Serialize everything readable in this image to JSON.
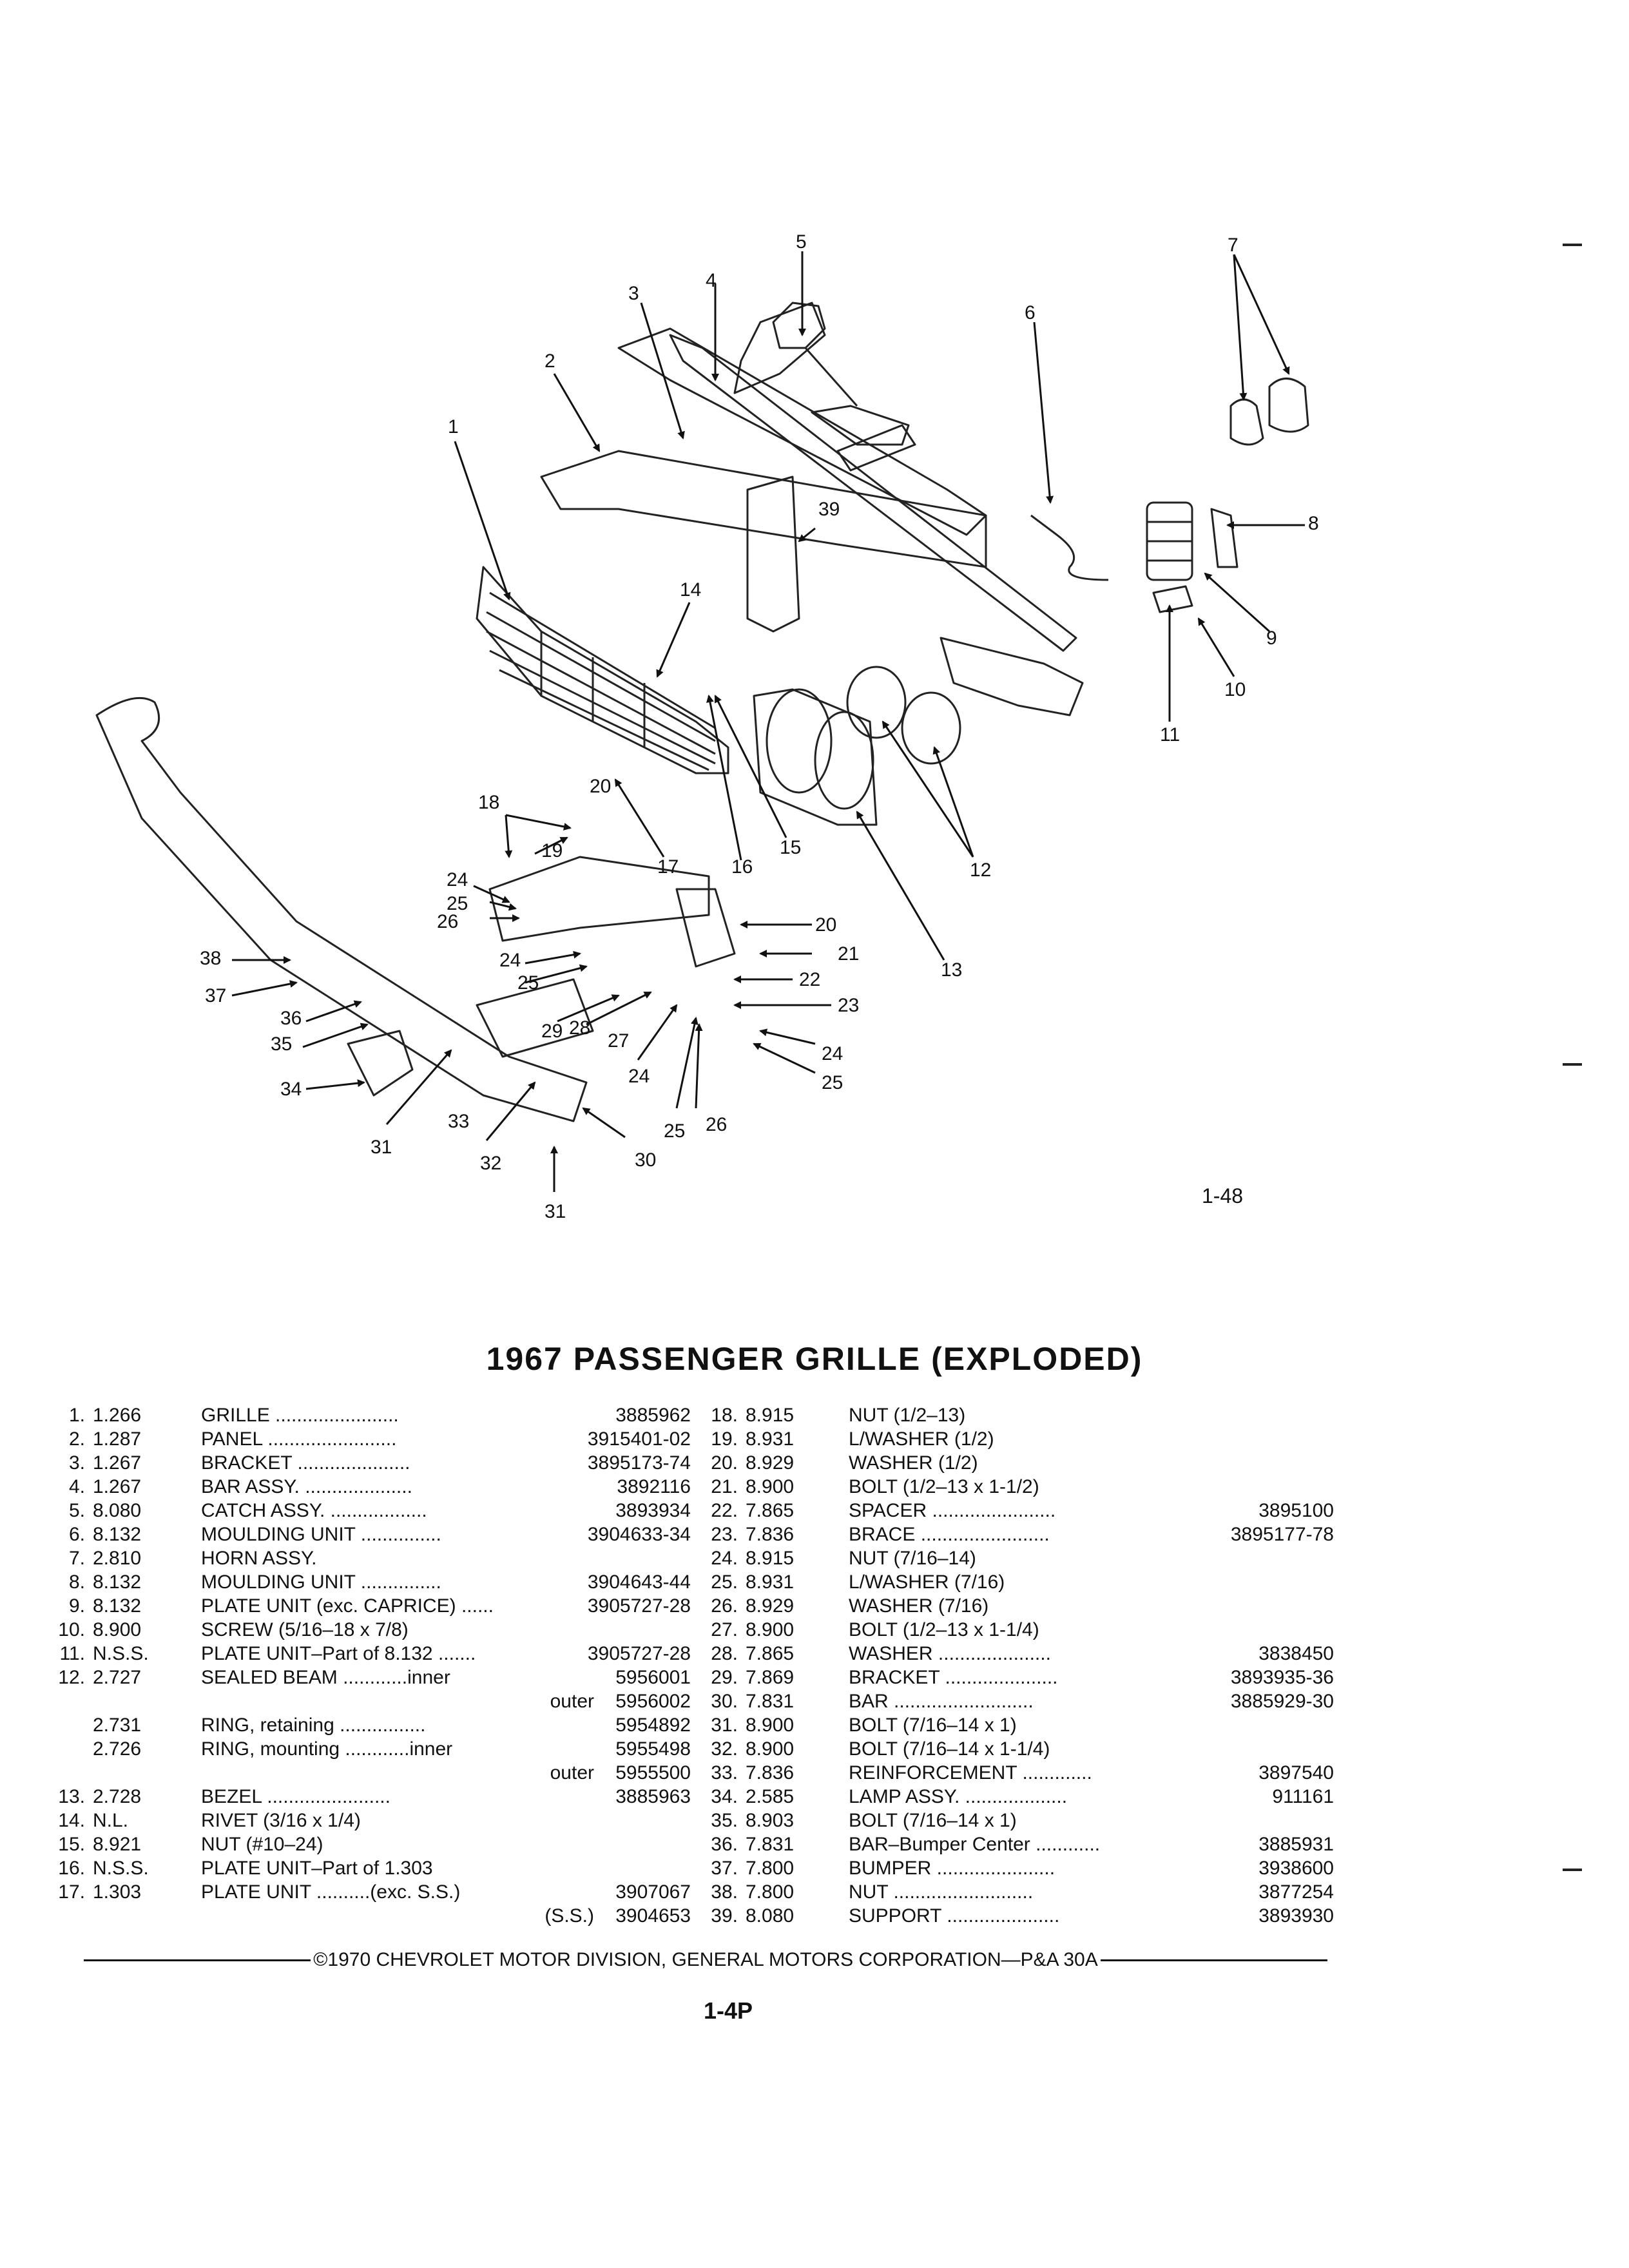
{
  "figure": {
    "code": "1-48",
    "callouts": [
      "1",
      "2",
      "3",
      "4",
      "5",
      "6",
      "7",
      "8",
      "9",
      "10",
      "11",
      "12",
      "13",
      "14",
      "15",
      "16",
      "17",
      "18",
      "19",
      "20",
      "20",
      "21",
      "22",
      "23",
      "24",
      "24",
      "24",
      "24",
      "25",
      "25",
      "25",
      "25",
      "26",
      "26",
      "27",
      "28",
      "29",
      "30",
      "31",
      "31",
      "32",
      "33",
      "34",
      "35",
      "36",
      "37",
      "38",
      "39"
    ]
  },
  "title": "1967 PASSENGER GRILLE (EXPLODED)",
  "parts_left": [
    {
      "no": "1.",
      "group": "1.266",
      "desc": "GRILLE .......................",
      "part": "3885962"
    },
    {
      "no": "2.",
      "group": "1.287",
      "desc": "PANEL ........................",
      "part": "3915401-02"
    },
    {
      "no": "3.",
      "group": "1.267",
      "desc": "BRACKET .....................",
      "part": "3895173-74"
    },
    {
      "no": "4.",
      "group": "1.267",
      "desc": "BAR ASSY. ....................",
      "part": "3892116"
    },
    {
      "no": "5.",
      "group": "8.080",
      "desc": "CATCH ASSY. ..................",
      "part": "3893934"
    },
    {
      "no": "6.",
      "group": "8.132",
      "desc": "MOULDING UNIT ...............",
      "part": "3904633-34"
    },
    {
      "no": "7.",
      "group": "2.810",
      "desc": "HORN ASSY.",
      "part": ""
    },
    {
      "no": "8.",
      "group": "8.132",
      "desc": "MOULDING UNIT ...............",
      "part": "3904643-44"
    },
    {
      "no": "9.",
      "group": "8.132",
      "desc": "PLATE UNIT (exc. CAPRICE) ......",
      "part": "3905727-28"
    },
    {
      "no": "10.",
      "group": "8.900",
      "desc": "SCREW (5/16–18 x 7/8)",
      "part": ""
    },
    {
      "no": "11.",
      "group": "N.S.S.",
      "desc": "PLATE UNIT–Part of 8.132 .......",
      "part": "3905727-28"
    },
    {
      "no": "12.",
      "group": "2.727",
      "desc": "SEALED BEAM ............inner",
      "part": "5956001"
    },
    {
      "no": "",
      "group": "",
      "desc": "outer",
      "part": "5956002",
      "indent": true
    },
    {
      "no": "",
      "group": "2.731",
      "desc": "RING, retaining ................",
      "part": "5954892"
    },
    {
      "no": "",
      "group": "2.726",
      "desc": "RING, mounting ............inner",
      "part": "5955498"
    },
    {
      "no": "",
      "group": "",
      "desc": "outer",
      "part": "5955500",
      "indent": true
    },
    {
      "no": "13.",
      "group": "2.728",
      "desc": "BEZEL .......................",
      "part": "3885963"
    },
    {
      "no": "14.",
      "group": "N.L.",
      "desc": "RIVET (3/16 x 1/4)",
      "part": ""
    },
    {
      "no": "15.",
      "group": "8.921",
      "desc": "NUT (#10–24)",
      "part": ""
    },
    {
      "no": "16.",
      "group": "N.S.S.",
      "desc": "PLATE UNIT–Part of 1.303",
      "part": ""
    },
    {
      "no": "17.",
      "group": "1.303",
      "desc": "PLATE UNIT ..........(exc. S.S.)",
      "part": "3907067"
    },
    {
      "no": "",
      "group": "",
      "desc": "(S.S.)",
      "part": "3904653",
      "indent": true
    }
  ],
  "parts_right": [
    {
      "no": "18.",
      "group": "8.915",
      "desc": "NUT (1/2–13)",
      "part": ""
    },
    {
      "no": "19.",
      "group": "8.931",
      "desc": "L/WASHER (1/2)",
      "part": ""
    },
    {
      "no": "20.",
      "group": "8.929",
      "desc": "WASHER (1/2)",
      "part": ""
    },
    {
      "no": "21.",
      "group": "8.900",
      "desc": "BOLT (1/2–13 x 1-1/2)",
      "part": ""
    },
    {
      "no": "22.",
      "group": "7.865",
      "desc": "SPACER .......................",
      "part": "3895100"
    },
    {
      "no": "23.",
      "group": "7.836",
      "desc": "BRACE ........................",
      "part": "3895177-78"
    },
    {
      "no": "24.",
      "group": "8.915",
      "desc": "NUT (7/16–14)",
      "part": ""
    },
    {
      "no": "25.",
      "group": "8.931",
      "desc": "L/WASHER (7/16)",
      "part": ""
    },
    {
      "no": "26.",
      "group": "8.929",
      "desc": "WASHER (7/16)",
      "part": ""
    },
    {
      "no": "27.",
      "group": "8.900",
      "desc": "BOLT (1/2–13 x 1-1/4)",
      "part": ""
    },
    {
      "no": "28.",
      "group": "7.865",
      "desc": "WASHER .....................",
      "part": "3838450"
    },
    {
      "no": "29.",
      "group": "7.869",
      "desc": "BRACKET .....................",
      "part": "3893935-36"
    },
    {
      "no": "30.",
      "group": "7.831",
      "desc": "BAR ..........................",
      "part": "3885929-30"
    },
    {
      "no": "31.",
      "group": "8.900",
      "desc": "BOLT (7/16–14 x 1)",
      "part": ""
    },
    {
      "no": "32.",
      "group": "8.900",
      "desc": "BOLT (7/16–14 x 1-1/4)",
      "part": ""
    },
    {
      "no": "33.",
      "group": "7.836",
      "desc": "REINFORCEMENT .............",
      "part": "3897540"
    },
    {
      "no": "34.",
      "group": "2.585",
      "desc": "LAMP ASSY. ...................",
      "part": "911161"
    },
    {
      "no": "35.",
      "group": "8.903",
      "desc": "BOLT (7/16–14 x 1)",
      "part": ""
    },
    {
      "no": "36.",
      "group": "7.831",
      "desc": "BAR–Bumper Center ............",
      "part": "3885931"
    },
    {
      "no": "37.",
      "group": "7.800",
      "desc": "BUMPER ......................",
      "part": "3938600"
    },
    {
      "no": "38.",
      "group": "7.800",
      "desc": "NUT ..........................",
      "part": "3877254"
    },
    {
      "no": "39.",
      "group": "8.080",
      "desc": "SUPPORT .....................",
      "part": "3893930"
    }
  ],
  "copyright": "©1970 CHEVROLET MOTOR DIVISION, GENERAL MOTORS CORPORATION—P&A 30A",
  "page_number": "1-4P"
}
